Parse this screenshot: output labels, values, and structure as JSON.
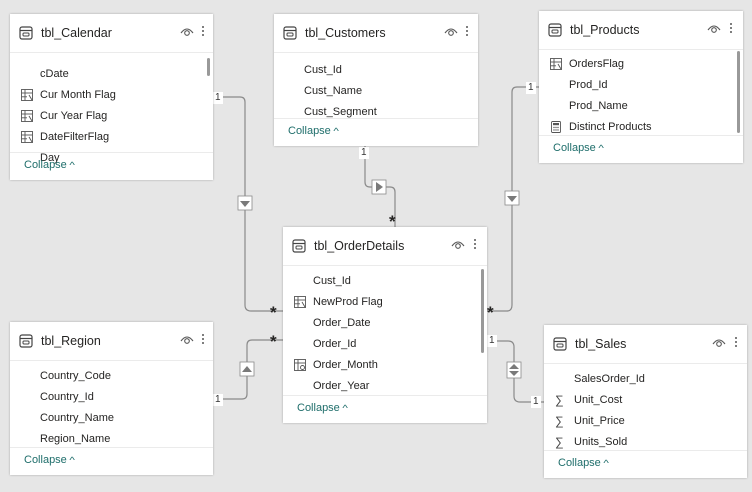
{
  "tables": {
    "calendar": {
      "title": "tbl_Calendar",
      "fields": [
        {
          "name": "cDate",
          "icon": ""
        },
        {
          "name": "Cur Month Flag",
          "icon": "calculated-column-icon"
        },
        {
          "name": "Cur Year Flag",
          "icon": "calculated-column-icon"
        },
        {
          "name": "DateFilterFlag",
          "icon": "calculated-column-icon"
        },
        {
          "name": "Day",
          "icon": ""
        }
      ],
      "collapse_label": "Collapse"
    },
    "customers": {
      "title": "tbl_Customers",
      "fields": [
        {
          "name": "Cust_Id",
          "icon": ""
        },
        {
          "name": "Cust_Name",
          "icon": ""
        },
        {
          "name": "Cust_Segment",
          "icon": ""
        }
      ],
      "collapse_label": "Collapse"
    },
    "products": {
      "title": "tbl_Products",
      "fields": [
        {
          "name": "OrdersFlag",
          "icon": "calculated-column-icon"
        },
        {
          "name": "Prod_Id",
          "icon": ""
        },
        {
          "name": "Prod_Name",
          "icon": ""
        },
        {
          "name": "Distinct Products",
          "icon": "measure-icon"
        }
      ],
      "collapse_label": "Collapse"
    },
    "order_details": {
      "title": "tbl_OrderDetails",
      "fields": [
        {
          "name": "Cust_Id",
          "icon": ""
        },
        {
          "name": "NewProd Flag",
          "icon": "calculated-column-icon"
        },
        {
          "name": "Order_Date",
          "icon": ""
        },
        {
          "name": "Order_Id",
          "icon": ""
        },
        {
          "name": "Order_Month",
          "icon": "hierarchy-icon"
        },
        {
          "name": "Order_Year",
          "icon": ""
        }
      ],
      "collapse_label": "Collapse"
    },
    "region": {
      "title": "tbl_Region",
      "fields": [
        {
          "name": "Country_Code",
          "icon": ""
        },
        {
          "name": "Country_Id",
          "icon": ""
        },
        {
          "name": "Country_Name",
          "icon": ""
        },
        {
          "name": "Region_Name",
          "icon": ""
        }
      ],
      "collapse_label": "Collapse"
    },
    "sales": {
      "title": "tbl_Sales",
      "fields": [
        {
          "name": "SalesOrder_Id",
          "icon": ""
        },
        {
          "name": "Unit_Cost",
          "icon": "sum-icon"
        },
        {
          "name": "Unit_Price",
          "icon": "sum-icon"
        },
        {
          "name": "Units_Sold",
          "icon": "sum-icon"
        }
      ],
      "collapse_label": "Collapse"
    }
  },
  "relationships": {
    "one_label": "1",
    "many_label": "*"
  },
  "colors": {
    "canvas": "#e6e6e6",
    "card": "#ffffff",
    "line": "#8a8a8a",
    "collapse_link": "#1f6e6b"
  }
}
